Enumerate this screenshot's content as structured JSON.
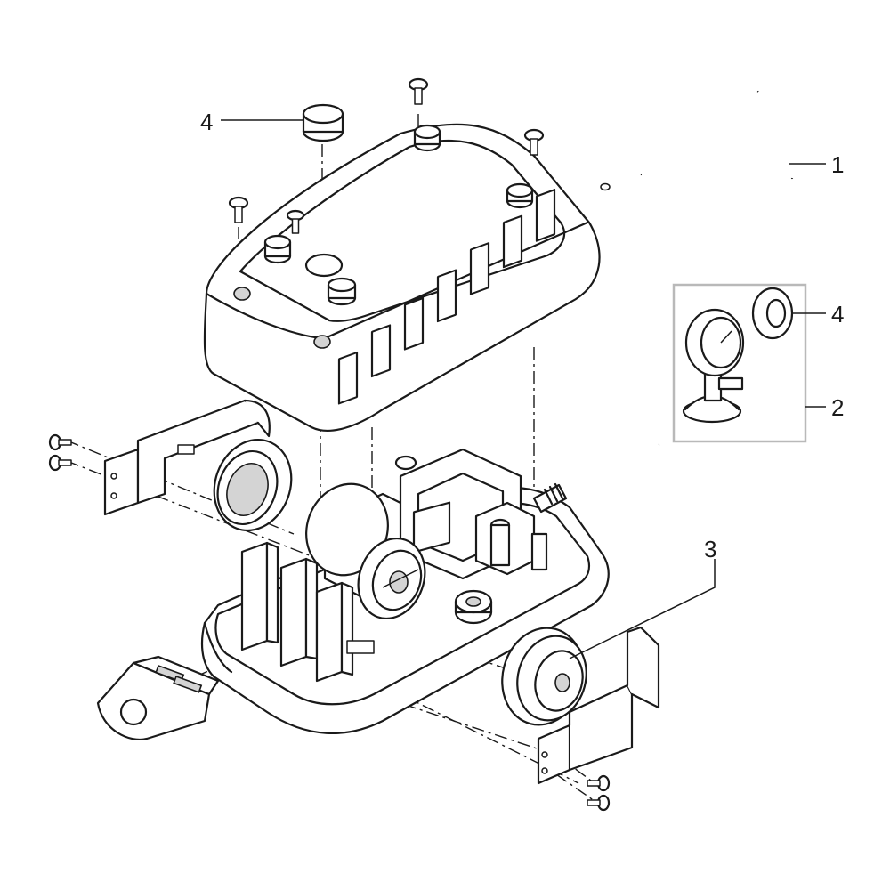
{
  "callouts": [
    {
      "id": "hose",
      "label": "1"
    },
    {
      "id": "pressure-gauge-set",
      "label": "2"
    },
    {
      "id": "diaphragm",
      "label": "3"
    },
    {
      "id": "cap-top",
      "label": "4"
    },
    {
      "id": "cap-gauge-set",
      "label": "4"
    }
  ],
  "colors": {
    "ink": "#1a1a1a",
    "shade": "#d4d4d4",
    "frame": "#b9b9b9",
    "background": "#ffffff"
  }
}
